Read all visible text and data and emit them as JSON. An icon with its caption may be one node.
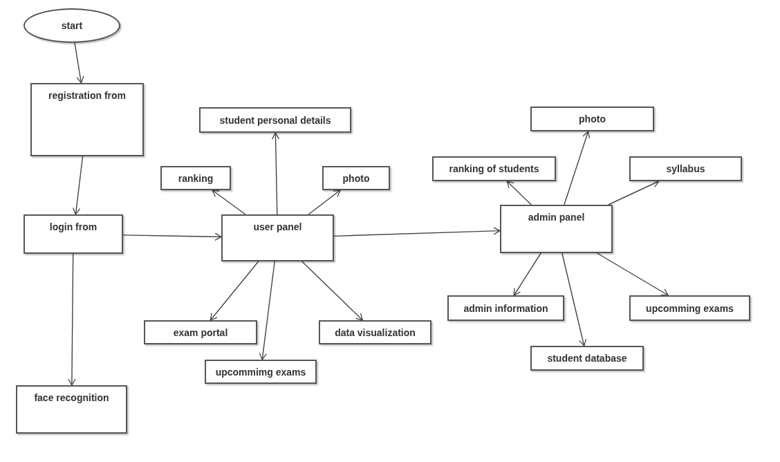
{
  "diagram": {
    "nodes": [
      {
        "text": [
          "start"
        ]
      },
      {
        "text": [
          "registration from"
        ]
      },
      {
        "text": [
          "login from"
        ]
      },
      {
        "text": [
          "face recognition"
        ]
      },
      {
        "text": [
          "student personal details"
        ]
      },
      {
        "text": [
          "ranking"
        ]
      },
      {
        "text": [
          "photo"
        ]
      },
      {
        "text": [
          "user panel"
        ]
      },
      {
        "text": [
          "exam portal"
        ]
      },
      {
        "text": [
          "upcommimg exams"
        ]
      },
      {
        "text": [
          "data visualization"
        ]
      },
      {
        "text": [
          "admin panel"
        ]
      },
      {
        "text": [
          "photo"
        ]
      },
      {
        "text": [
          "ranking of students"
        ]
      },
      {
        "text": [
          "syllabus"
        ]
      },
      {
        "text": [
          "admin information"
        ]
      },
      {
        "text": [
          "upcomming exams"
        ]
      },
      {
        "text": [
          "student database"
        ]
      }
    ],
    "edges": [
      {
        "from": 0,
        "to": 1,
        "arrow": "to"
      },
      {
        "from": 1,
        "to": 2,
        "arrow": "to"
      },
      {
        "from": 2,
        "to": 3,
        "arrow": "to"
      },
      {
        "from": 2,
        "to": 7,
        "arrow": "to"
      },
      {
        "from": 7,
        "to": 11,
        "arrow": "to"
      },
      {
        "from": 7,
        "to": 4,
        "arrow": "to"
      },
      {
        "from": 7,
        "to": 5,
        "arrow": "to"
      },
      {
        "from": 7,
        "to": 6,
        "arrow": "to"
      },
      {
        "from": 7,
        "to": 8,
        "arrow": "to"
      },
      {
        "from": 7,
        "to": 9,
        "arrow": "to"
      },
      {
        "from": 7,
        "to": 10,
        "arrow": "to"
      },
      {
        "from": 11,
        "to": 12,
        "arrow": "to"
      },
      {
        "from": 11,
        "to": 13,
        "arrow": "to"
      },
      {
        "from": 11,
        "to": 14,
        "arrow": "to"
      },
      {
        "from": 11,
        "to": 15,
        "arrow": "to"
      },
      {
        "from": 11,
        "to": 16,
        "arrow": "to"
      },
      {
        "from": 11,
        "to": 17,
        "arrow": "to"
      }
    ]
  }
}
